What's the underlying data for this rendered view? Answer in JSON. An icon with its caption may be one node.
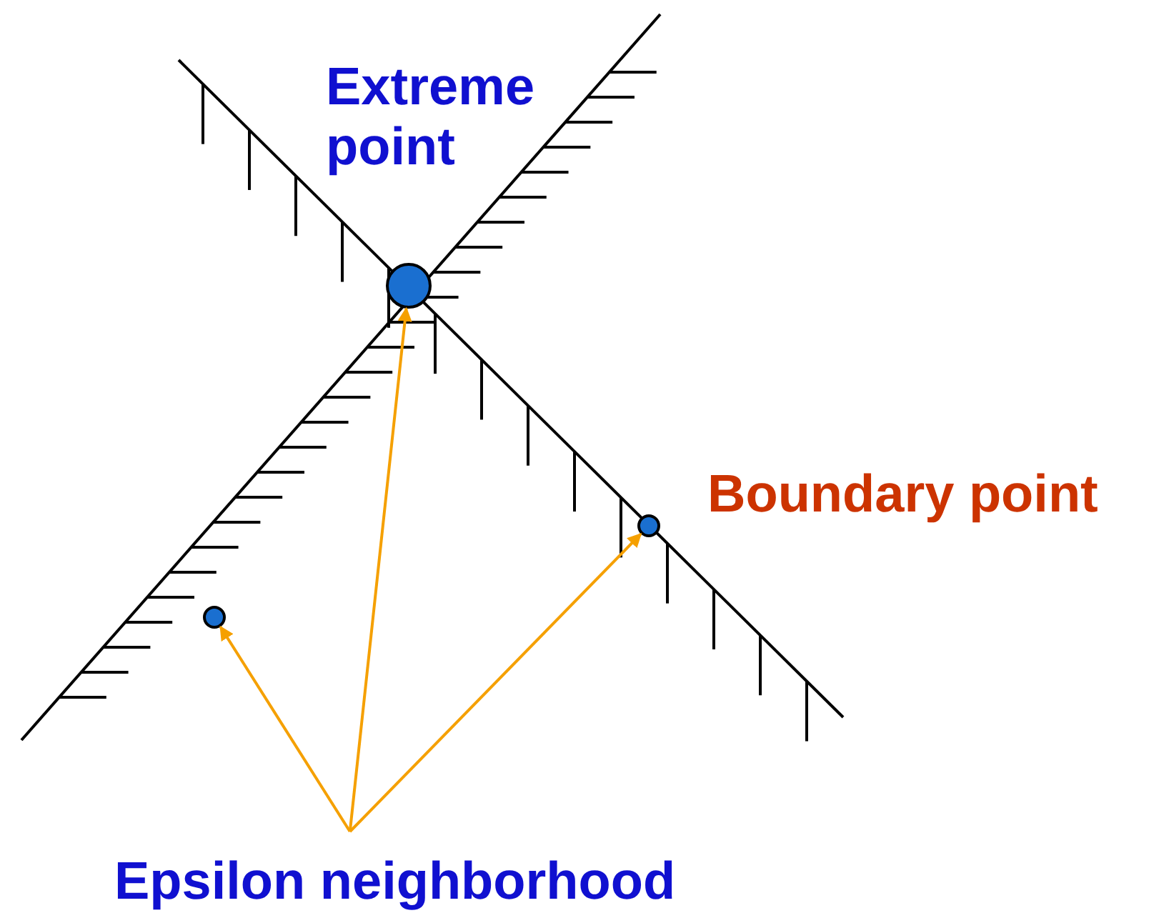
{
  "diagram": {
    "nodes": [
      {
        "text": [],
        "shape": "circle",
        "beside": [
          "Extreme point"
        ]
      },
      {
        "text": [],
        "shape": "circle",
        "beside": [
          "Boundary point"
        ]
      },
      {
        "text": [],
        "shape": "circle"
      },
      {
        "text": [
          "Epsilon neighborhood"
        ]
      }
    ],
    "edges": [
      {
        "from": 3,
        "to": 2,
        "arrow": "to"
      },
      {
        "from": 3,
        "to": 0,
        "arrow": "to"
      },
      {
        "from": 3,
        "to": 1,
        "arrow": "to"
      }
    ]
  }
}
